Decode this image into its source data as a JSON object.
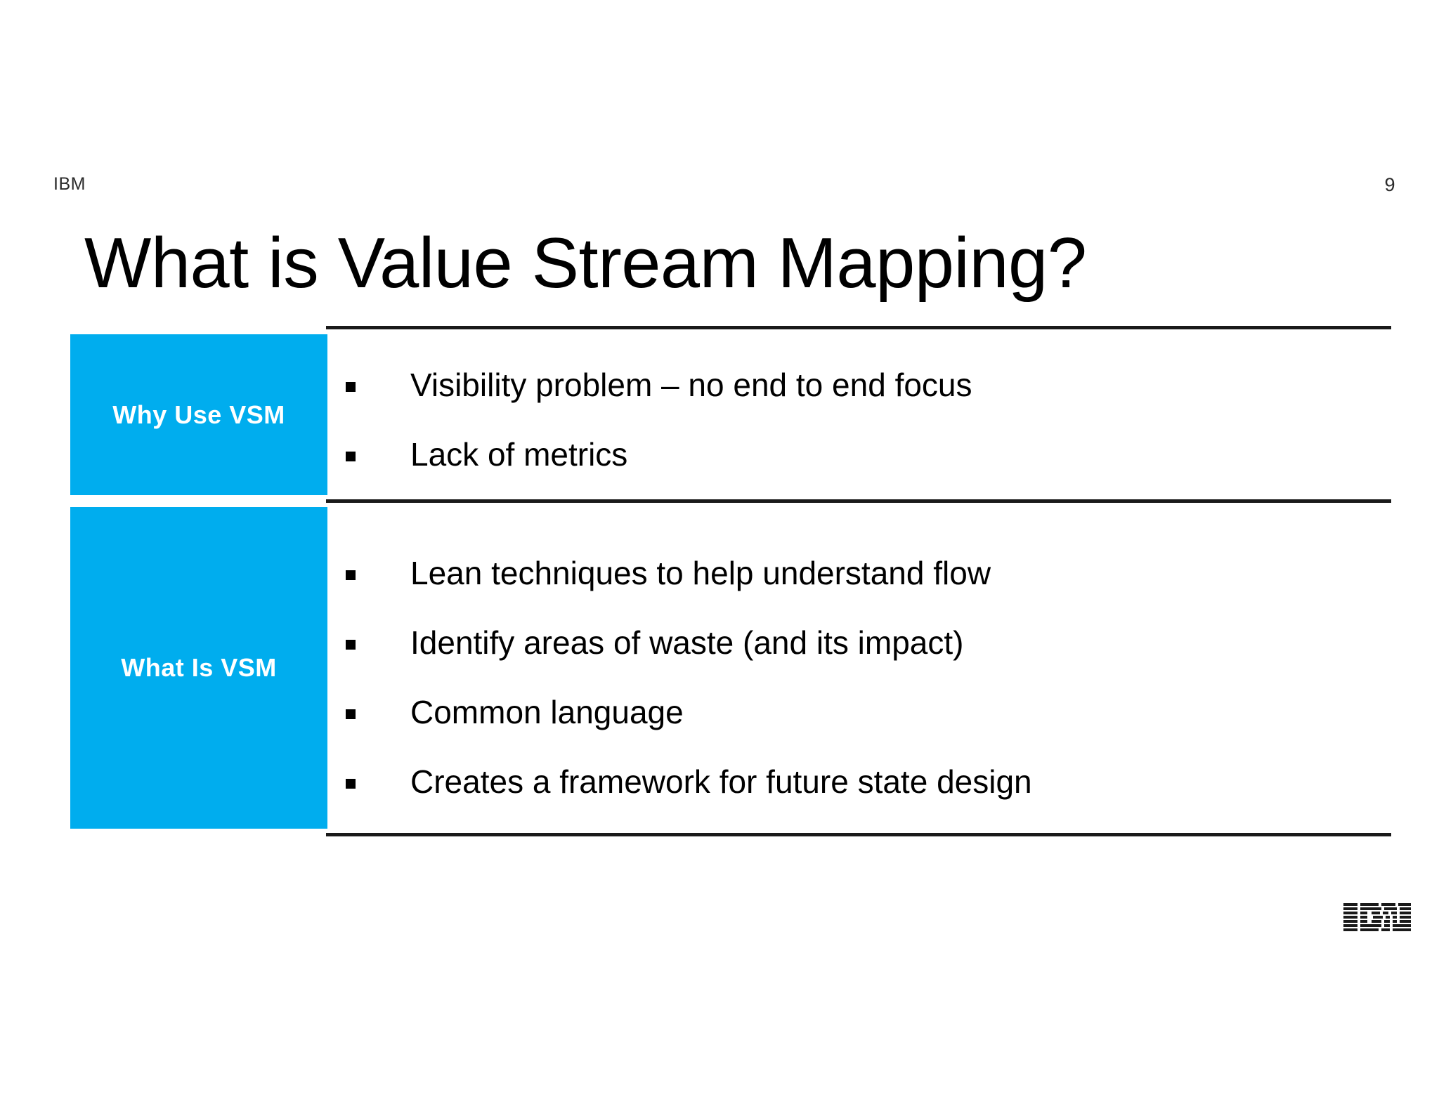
{
  "header": {
    "brand": "IBM",
    "page_number": "9"
  },
  "title": "What is Value Stream Mapping?",
  "colors": {
    "accent_blue": "#00ADEE",
    "rule_black": "#1a1a1a",
    "text_black": "#000000",
    "label_white": "#ffffff"
  },
  "sections": [
    {
      "label": "Why Use VSM",
      "bullets": [
        "Visibility problem – no end to end focus",
        "Lack of metrics"
      ]
    },
    {
      "label": "What Is VSM",
      "bullets": [
        "Lean techniques to help understand flow",
        "Identify areas of waste (and its impact)",
        "Common language",
        "Creates a framework for future state design"
      ]
    }
  ],
  "footer": {
    "logo_alt": "IBM"
  }
}
